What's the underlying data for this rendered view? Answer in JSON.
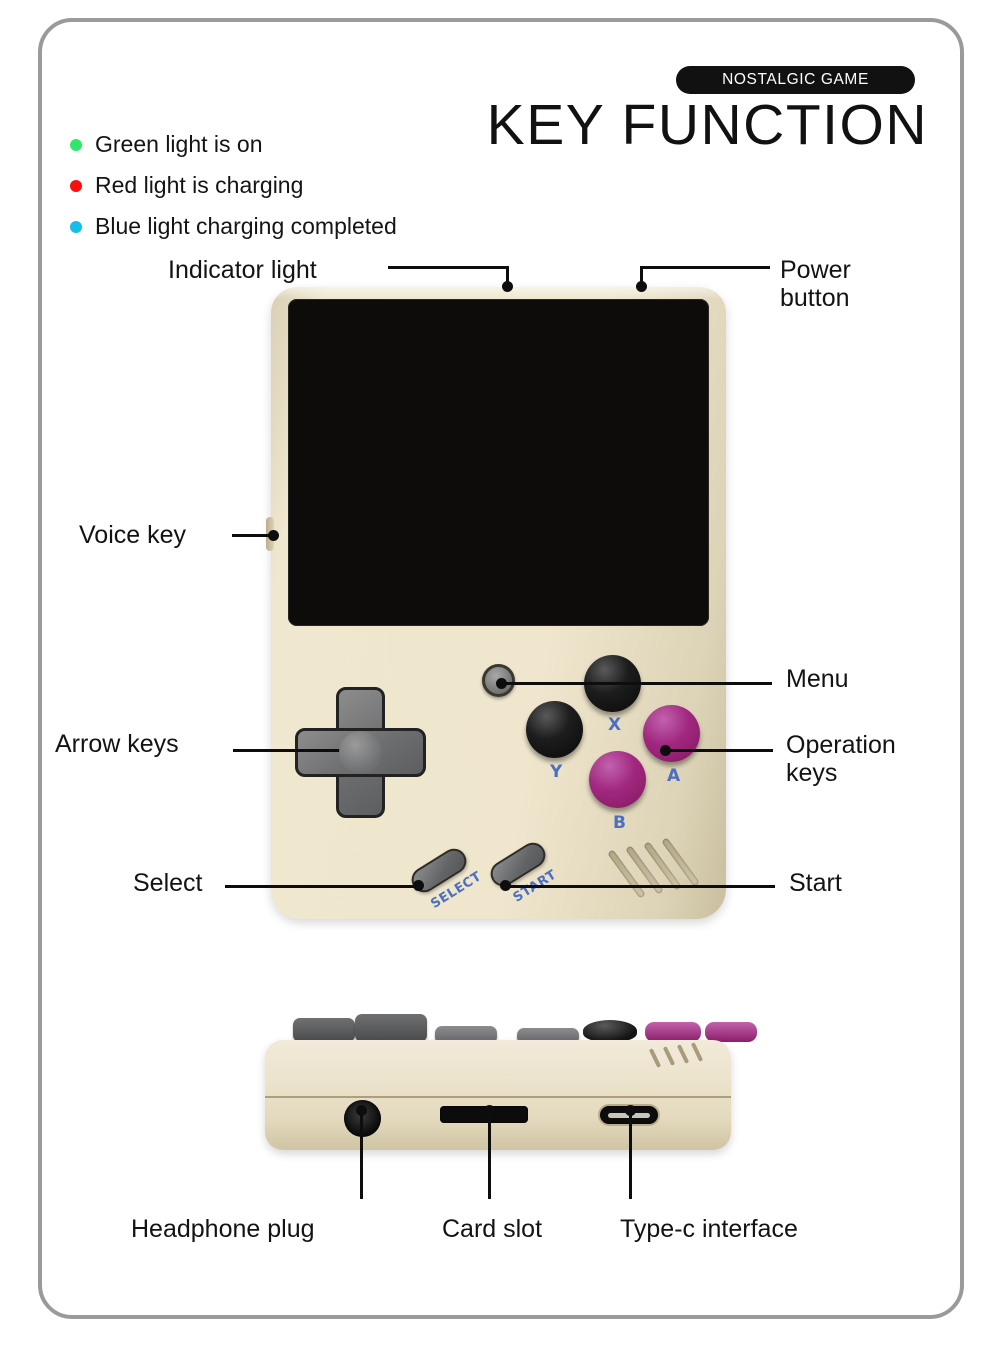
{
  "header": {
    "badge": "NOSTALGIC GAME",
    "title": "KEY FUNCTION"
  },
  "legend": {
    "items": [
      {
        "color": "#2ee86b",
        "text": "Green light is on",
        "icon": "green-status-dot"
      },
      {
        "color": "#fa0f0f",
        "text": "Red light is charging",
        "icon": "red-status-dot"
      },
      {
        "color": "#14bdea",
        "text": "Blue light charging completed",
        "icon": "blue-status-dot"
      }
    ]
  },
  "callouts": {
    "indicator_light": "Indicator light",
    "power_button_line1": "Power",
    "power_button_line2": "button",
    "voice_key": "Voice key",
    "arrow_keys": "Arrow keys",
    "menu": "Menu",
    "operation_keys_line1": "Operation",
    "operation_keys_line2": "keys",
    "select": "Select",
    "start": "Start",
    "headphone_plug": "Headphone plug",
    "card_slot": "Card slot",
    "type_c": "Type-c interface"
  },
  "device": {
    "body_color": "#ece3cc",
    "screen_color": "#0d0c0b",
    "button_labels": {
      "x": "X",
      "y": "Y",
      "a": "A",
      "b": "B",
      "select": "SELECT",
      "start": "START"
    },
    "button_colors": {
      "x": "#121212",
      "y": "#121212",
      "a": "#a0287f",
      "b": "#a0287f",
      "dpad": "#6d6e70",
      "label_blue": "#4c6fc0"
    }
  }
}
